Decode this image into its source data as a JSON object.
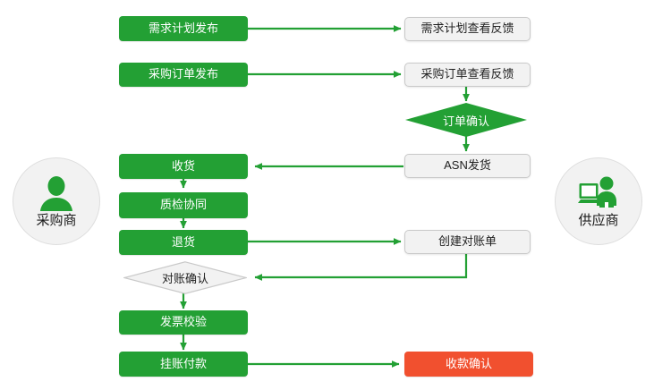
{
  "diagram": {
    "type": "flowchart",
    "title": "",
    "colors": {
      "green_fill": "#23a034",
      "gray_fill": "#f2f2f2",
      "gray_border": "#c9c9c9",
      "red_fill": "#f1502f",
      "edge": "#23a034",
      "text_on_green": "#ffffff",
      "text_on_gray": "#222222",
      "background": "#ffffff"
    },
    "roles": [
      {
        "id": "buyer",
        "label": "采购商",
        "icon": "person-icon",
        "side": "left"
      },
      {
        "id": "supplier",
        "label": "供应商",
        "icon": "person-at-computer-icon",
        "side": "right"
      }
    ],
    "nodes": [
      {
        "id": "demand-plan-publish",
        "label": "需求计划发布",
        "shape": "rect",
        "style": "green",
        "lane": "buyer"
      },
      {
        "id": "demand-plan-feedback",
        "label": "需求计划查看反馈",
        "shape": "rect",
        "style": "gray",
        "lane": "supplier"
      },
      {
        "id": "po-publish",
        "label": "采购订单发布",
        "shape": "rect",
        "style": "green",
        "lane": "buyer"
      },
      {
        "id": "po-feedback",
        "label": "采购订单查看反馈",
        "shape": "rect",
        "style": "gray",
        "lane": "supplier"
      },
      {
        "id": "order-confirm",
        "label": "订单确认",
        "shape": "diamond",
        "style": "green",
        "lane": "supplier"
      },
      {
        "id": "asn-ship",
        "label": "ASN发货",
        "shape": "rect",
        "style": "gray",
        "lane": "supplier"
      },
      {
        "id": "receive-goods",
        "label": "收货",
        "shape": "rect",
        "style": "green",
        "lane": "buyer"
      },
      {
        "id": "quality-collab",
        "label": "质检协同",
        "shape": "rect",
        "style": "green",
        "lane": "buyer"
      },
      {
        "id": "return-goods",
        "label": "退货",
        "shape": "rect",
        "style": "green",
        "lane": "buyer"
      },
      {
        "id": "create-statement",
        "label": "创建对账单",
        "shape": "rect",
        "style": "gray",
        "lane": "supplier"
      },
      {
        "id": "statement-confirm",
        "label": "对账确认",
        "shape": "diamond",
        "style": "gray",
        "lane": "buyer"
      },
      {
        "id": "invoice-verify",
        "label": "发票校验",
        "shape": "rect",
        "style": "green",
        "lane": "buyer"
      },
      {
        "id": "payable-payment",
        "label": "挂账付款",
        "shape": "rect",
        "style": "green",
        "lane": "buyer"
      },
      {
        "id": "payment-receipt",
        "label": "收款确认",
        "shape": "rect",
        "style": "red",
        "lane": "supplier"
      }
    ],
    "edges": [
      {
        "from": "demand-plan-publish",
        "to": "demand-plan-feedback",
        "direction": "right"
      },
      {
        "from": "po-publish",
        "to": "po-feedback",
        "direction": "right"
      },
      {
        "from": "po-feedback",
        "to": "order-confirm",
        "direction": "down"
      },
      {
        "from": "order-confirm",
        "to": "asn-ship",
        "direction": "down"
      },
      {
        "from": "asn-ship",
        "to": "receive-goods",
        "direction": "left"
      },
      {
        "from": "receive-goods",
        "to": "quality-collab",
        "direction": "down"
      },
      {
        "from": "quality-collab",
        "to": "return-goods",
        "direction": "down"
      },
      {
        "from": "return-goods",
        "to": "create-statement",
        "direction": "right"
      },
      {
        "from": "create-statement",
        "to": "statement-confirm",
        "direction": "down-left"
      },
      {
        "from": "statement-confirm",
        "to": "invoice-verify",
        "direction": "down"
      },
      {
        "from": "invoice-verify",
        "to": "payable-payment",
        "direction": "down"
      },
      {
        "from": "payable-payment",
        "to": "payment-receipt",
        "direction": "right"
      }
    ]
  }
}
